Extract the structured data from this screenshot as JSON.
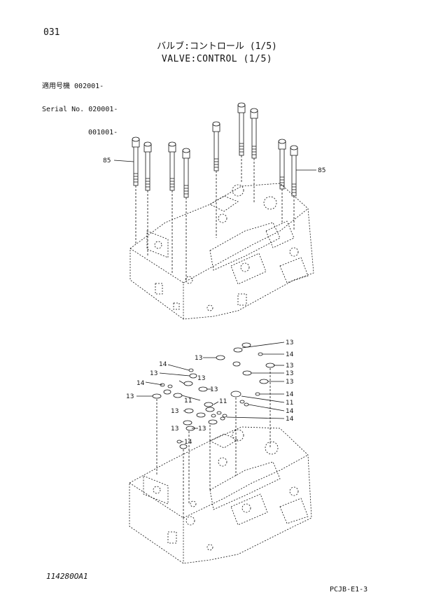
{
  "header": {
    "page_number": "031",
    "title_jp": "バルブ:コントロール (1/5)",
    "title_en": "VALVE:CONTROL (1/5)"
  },
  "serial": {
    "row1_label": "適用号機",
    "row1_value": "002001-",
    "row2_label": "Serial No.",
    "row2_value": "020001-",
    "row3_value": "001001-"
  },
  "callouts": {
    "bolt": "85",
    "oring": "13",
    "ring14": "14",
    "ring11": "11"
  },
  "footer": {
    "drawing_number": "114280OA1",
    "reference_code": "PCJB-E1-3"
  },
  "colors": {
    "ink": "#111111",
    "background": "#ffffff"
  }
}
